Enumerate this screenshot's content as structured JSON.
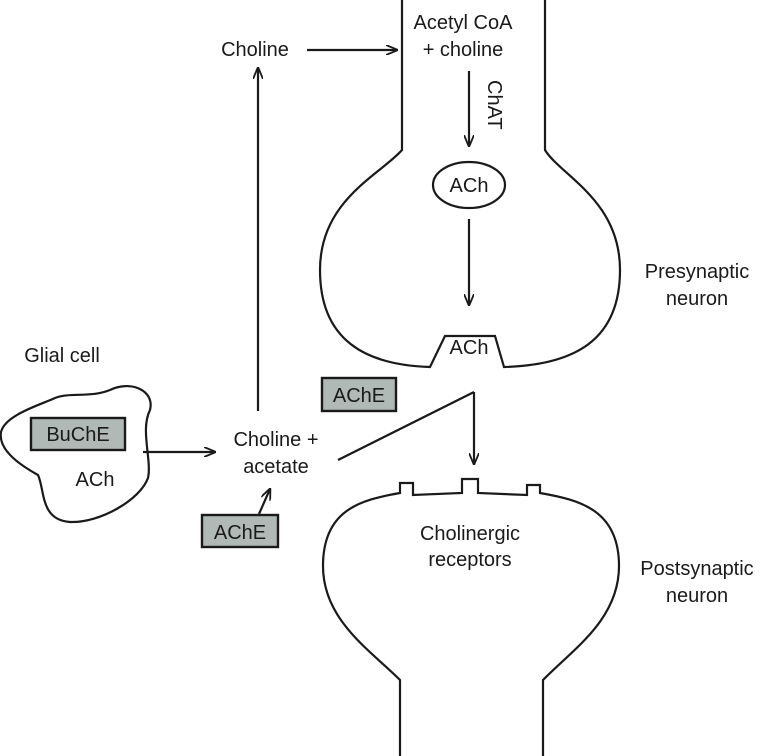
{
  "labels": {
    "acetyl_coa": "Acetyl CoA",
    "plus_choline": "+ choline",
    "choline_top": "Choline",
    "chat": "ChAT",
    "ach_vesicle": "ACh",
    "ach_release": "ACh",
    "presynaptic_line1": "Presynaptic",
    "presynaptic_line2": "neuron",
    "glial_cell": "Glial cell",
    "buche": "BuChE",
    "glial_ach": "ACh",
    "choline_plus": "Choline +",
    "acetate": "acetate",
    "ache_cleft": "AChE",
    "ache_bottom": "AChE",
    "receptors_line1": "Cholinergic",
    "receptors_line2": "receptors",
    "postsynaptic_line1": "Postsynaptic",
    "postsynaptic_line2": "neuron"
  },
  "colors": {
    "enzyme_box_fill": "#b0b9b6",
    "stroke": "#1a1a1a"
  }
}
